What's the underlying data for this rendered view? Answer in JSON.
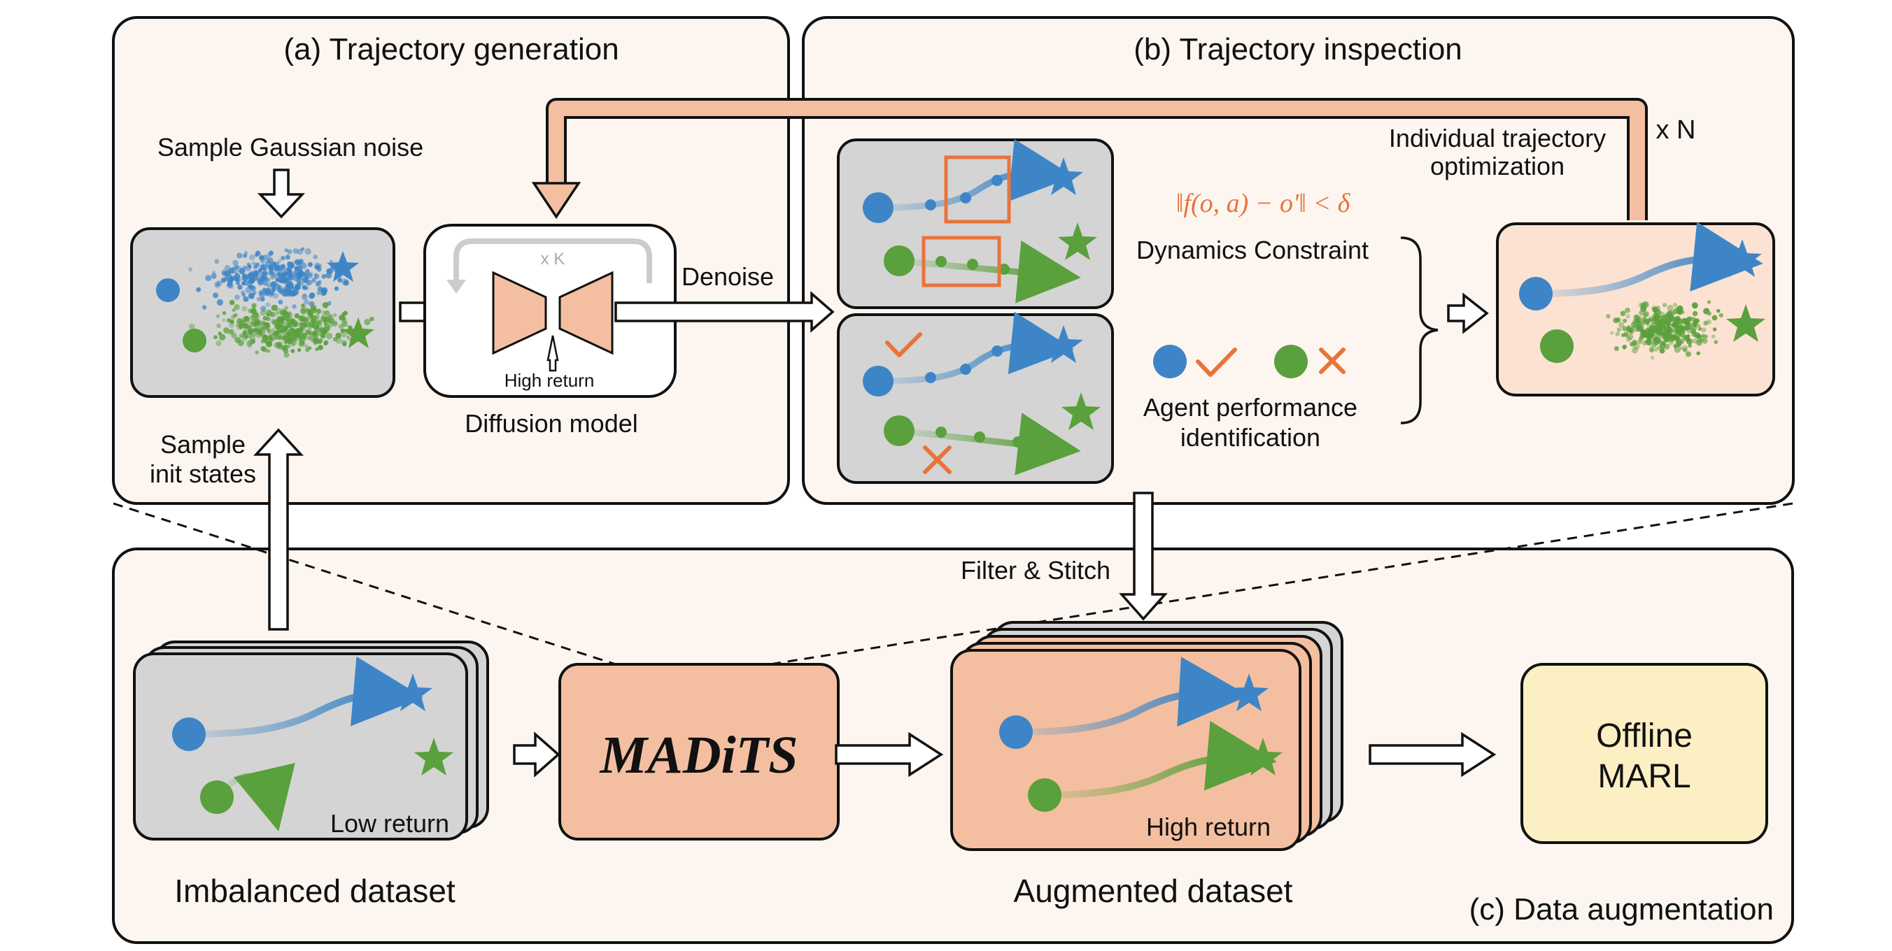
{
  "panels": {
    "generation_title": "(a) Trajectory generation",
    "inspection_title": "(b) Trajectory inspection",
    "augmentation_title": "(c) Data augmentation"
  },
  "labels": {
    "sample_noise": "Sample Gaussian noise",
    "sample_init_line1": "Sample",
    "sample_init_line2": "init states",
    "xk": "x K",
    "high_return_small": "High return",
    "diffusion_model": "Diffusion model",
    "denoise": "Denoise",
    "formula": "‖f(o, a) − o′‖ < δ",
    "dynamics_constraint": "Dynamics Constraint",
    "agent_perf_line1": "Agent performance",
    "agent_perf_line2": "identification",
    "indiv_opt_line1": "Individual trajectory",
    "indiv_opt_line2": "optimization",
    "xn": "x N",
    "filter_stitch": "Filter & Stitch",
    "low_return": "Low return",
    "imbalanced_dataset": "Imbalanced dataset",
    "madits": "MADiTS",
    "high_return": "High return",
    "augmented_dataset": "Augmented dataset",
    "offline_line1": "Offline",
    "offline_line2": "MARL"
  },
  "colors": {
    "blue": "#3d85c6",
    "green": "#5aa03c",
    "orange": "#e8743b",
    "salmon": "#f4bfa0",
    "grey_card": "#d4d4d4",
    "panel_bg": "#fdf6f0",
    "yellow": "#fdefc4"
  }
}
